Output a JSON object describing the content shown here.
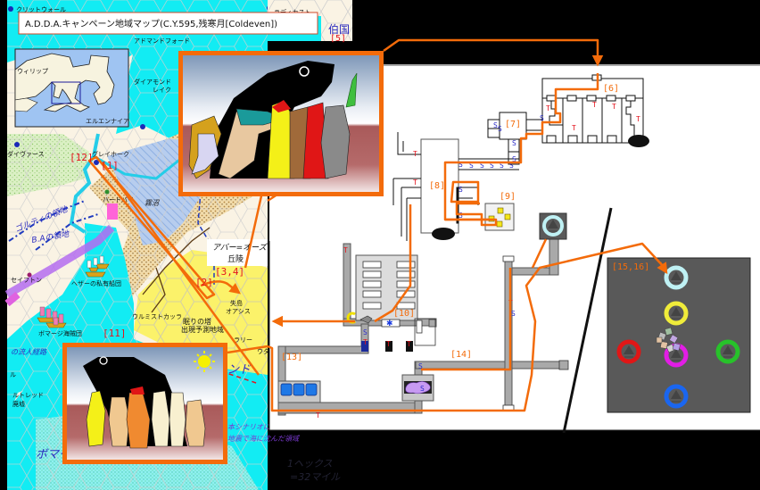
{
  "title": "A.D.D.A.キャンペーン地域マップ(C.Y.595,残寒月[Coldeven])",
  "colors": {
    "route": "#f36b0a",
    "label": "#f36b0a",
    "marker_red": "#e4141e",
    "sea": "#12ecf3",
    "plain": "#faf3e4",
    "forest": "#d2edb4",
    "swamp": "#a9c3ea",
    "hills": "#eccf8f",
    "desert": "#fbf26a",
    "river": "#25cde8",
    "road": "#1f3bbf",
    "dungeon_bg": "#ffffff",
    "corridor": "#a9a9a9",
    "chamber_dark": "#595959",
    "trap": "#e4141e",
    "secret_door": "#2b2bc9"
  },
  "region_map": {
    "place_labels": [
      {
        "text": "クリットウォール"
      },
      {
        "text": "ラディカスト"
      },
      {
        "text": "アドマンドフォード"
      },
      {
        "text": "伯国"
      },
      {
        "text": "ダイアモンド"
      },
      {
        "text": "レイク"
      },
      {
        "text": "ダイヴァース"
      },
      {
        "text": "グレイホーク"
      },
      {
        "text": "霧沼"
      },
      {
        "text": "ゴルティの領地"
      },
      {
        "text": "B.Aの領地"
      },
      {
        "text": "ハードバイ"
      },
      {
        "text": "セイフトン"
      },
      {
        "text": "ヘザーの私有船団"
      },
      {
        "text": "ボマージ海賊団"
      },
      {
        "text": "ウルミストカッラ"
      },
      {
        "text": "アバー=オーズ"
      },
      {
        "text": "丘陵"
      },
      {
        "text": "失島"
      },
      {
        "text": "オアシス"
      },
      {
        "text": "眠りの塔"
      },
      {
        "text": "出現予測地域"
      },
      {
        "text": "ラリー"
      },
      {
        "text": "ウタ"
      },
      {
        "text": "ンド"
      },
      {
        "text": "の流人経路"
      },
      {
        "text": "ル"
      },
      {
        "text": "ルトレッド"
      },
      {
        "text": "廃墟"
      },
      {
        "text": "ボマー"
      },
      {
        "text": "本シナリオにおける"
      },
      {
        "text": "地震で海に沈んだ領域"
      }
    ],
    "scale": [
      "1ヘックス",
      "=32マイル"
    ],
    "inset": {
      "labels": [
        "ウィリップ",
        "エルエンナイア"
      ]
    },
    "markers": [
      "[1]",
      "[2]",
      "[3,4]",
      "[5]",
      "[11]",
      "[12]"
    ]
  },
  "dungeon_map": {
    "room_labels": [
      "[6]",
      "[7]",
      "[8]",
      "[9]",
      "[10]",
      "[13]",
      "[14]",
      "[15,16]"
    ],
    "trap_symbol": "T",
    "secret_door_symbol": "S",
    "teleport_circle_colors": [
      "#bff1f4",
      "#f0ec3a",
      "#e01616",
      "#e21de5",
      "#27c22a",
      "#1a66f0"
    ]
  },
  "illustrations": [
    {
      "name": "adventurer-party-illustration",
      "caption": ""
    },
    {
      "name": "captive-party-illustration",
      "caption": ""
    }
  ]
}
